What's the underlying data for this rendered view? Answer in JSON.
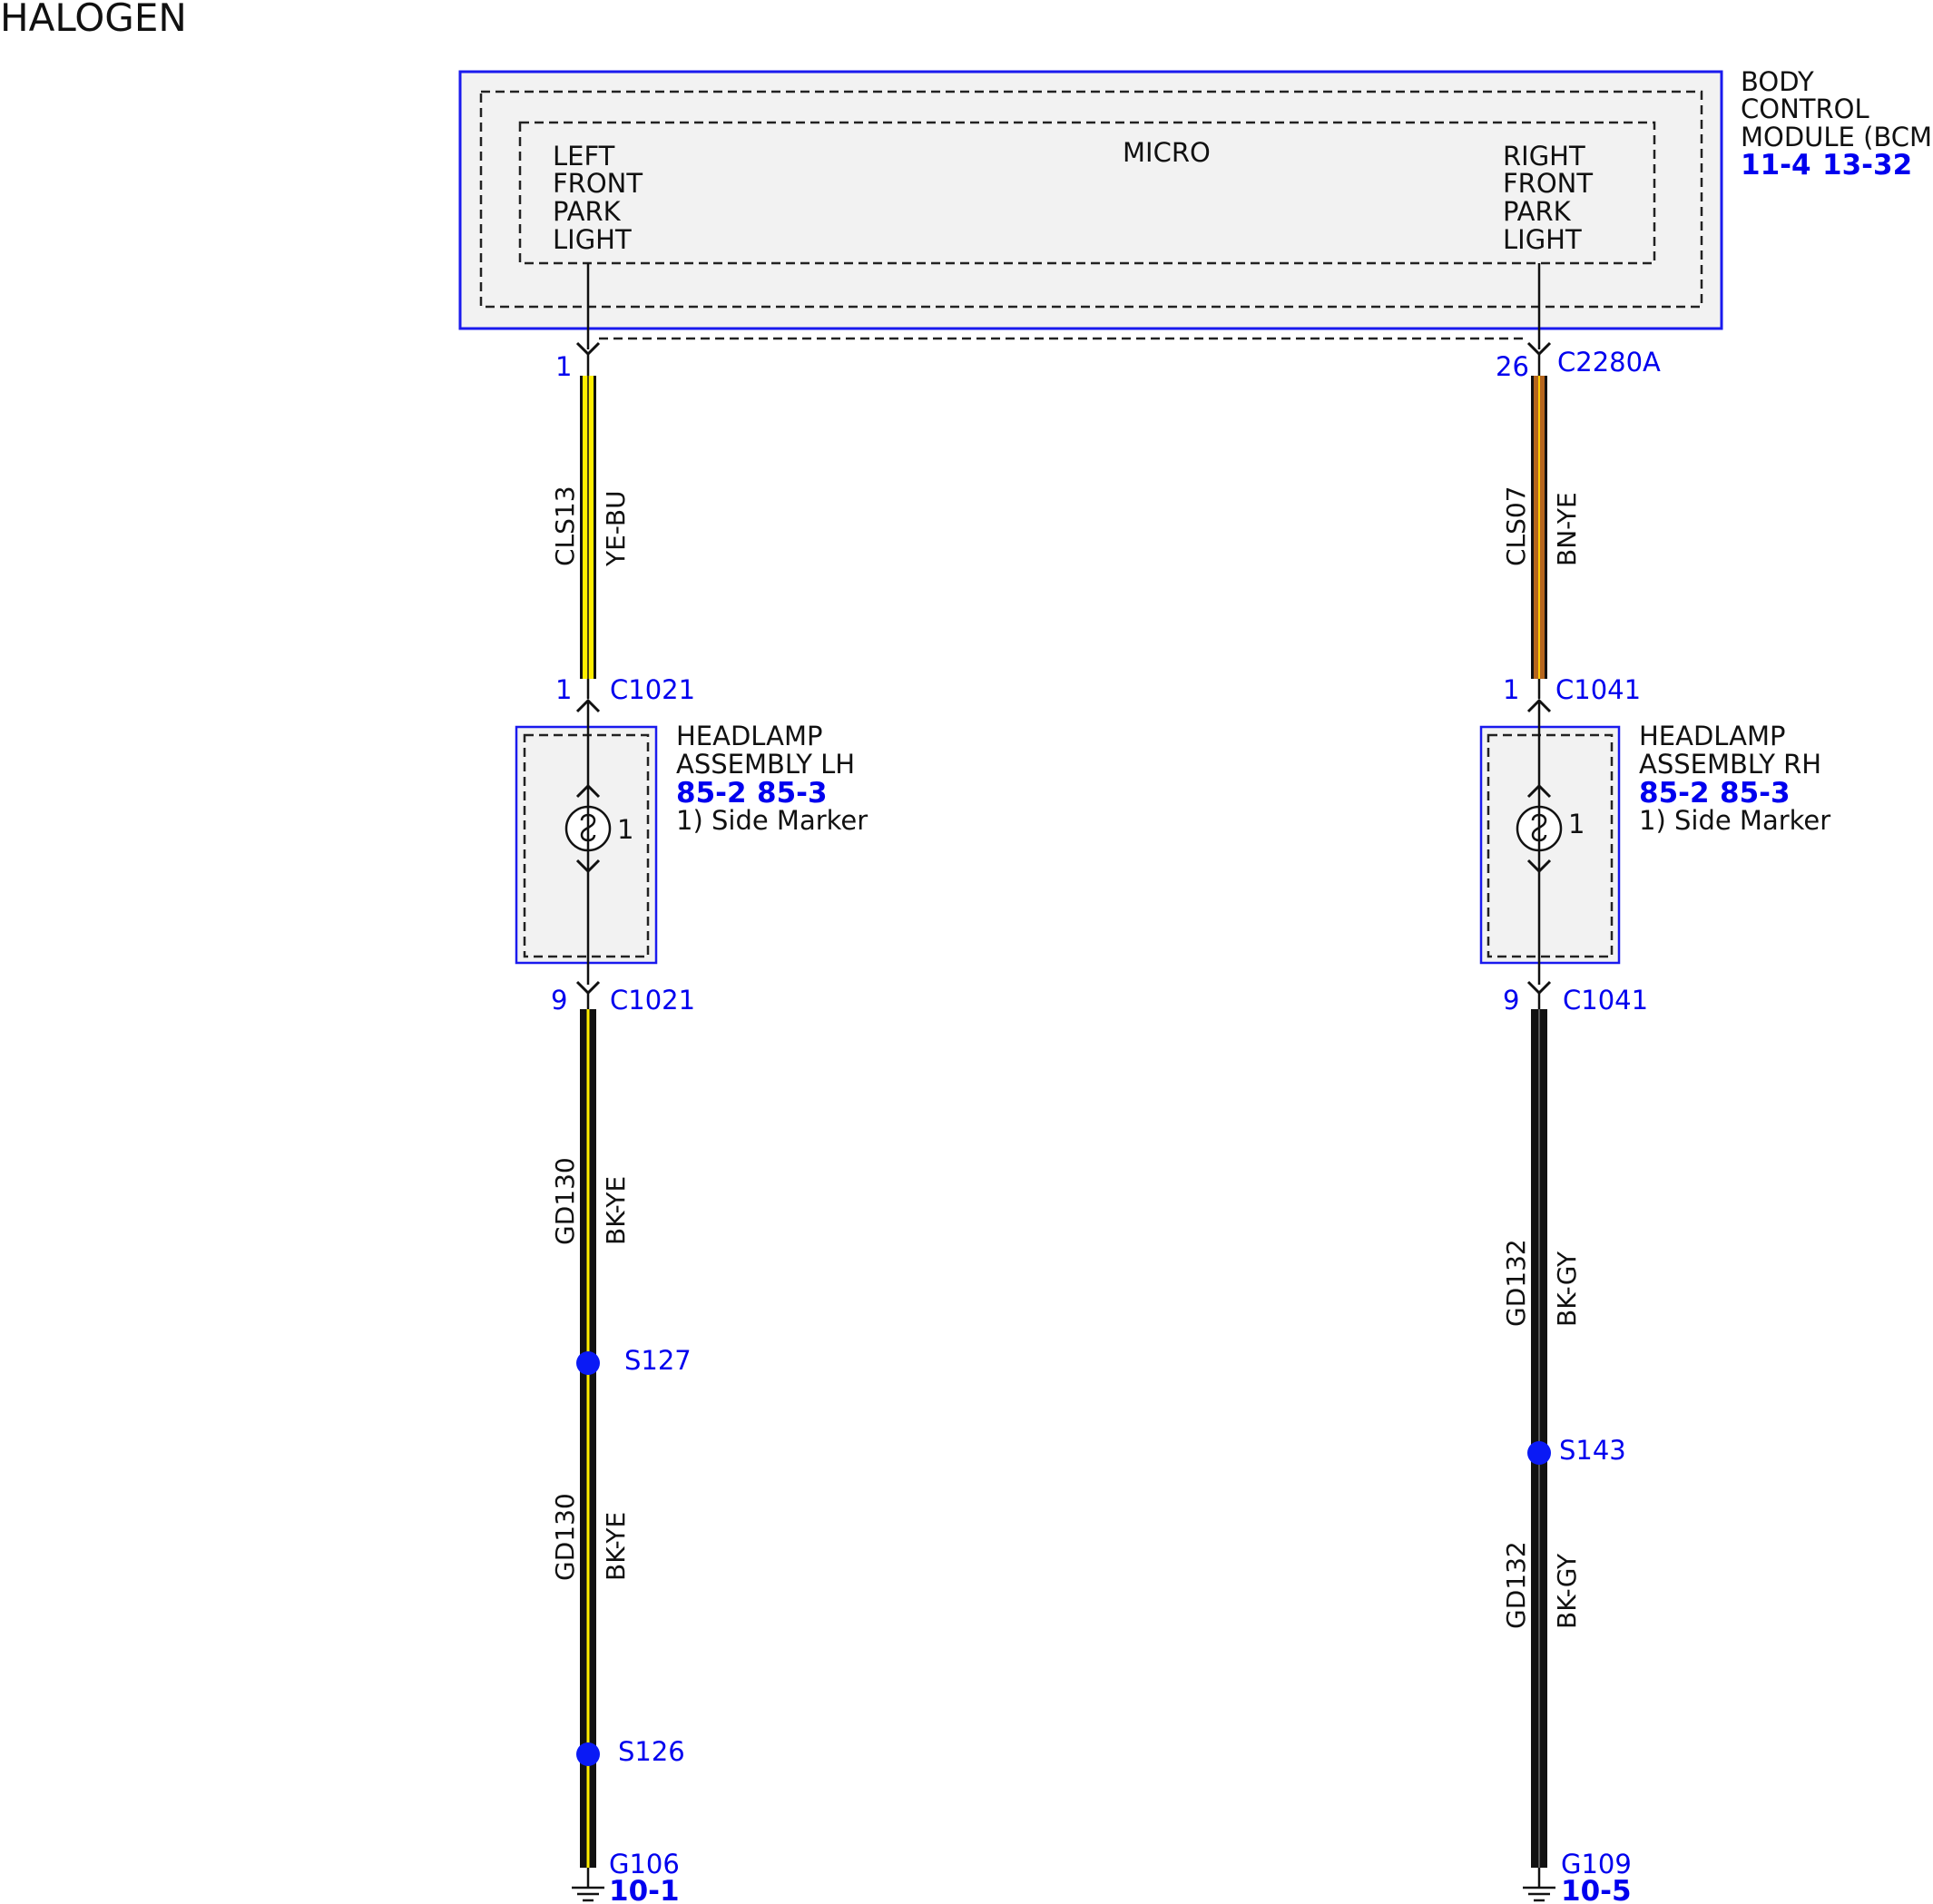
{
  "title": "HALOGEN",
  "colors": {
    "module_border": "#1a1aee",
    "module_fill": "#f2f2f2",
    "link_blue": "#0000ee",
    "splice_blue": "#0a1af5",
    "wire_yellow": "#ffee00",
    "wire_brown": "#b5651d",
    "wire_black": "#111111"
  },
  "bcm": {
    "name_lines": [
      "BODY",
      "CONTROL",
      "MODULE (BCM)"
    ],
    "refs": [
      "11-4",
      "13-32"
    ],
    "micro_label": "MICRO",
    "left_output_lines": [
      "LEFT",
      "FRONT",
      "PARK",
      "LIGHT"
    ],
    "right_output_lines": [
      "RIGHT",
      "FRONT",
      "PARK",
      "LIGHT"
    ],
    "connector": "C2280A"
  },
  "left_circuit": {
    "bcm_pin": "1",
    "upper_wire": {
      "circuit": "CLS13",
      "color_code": "YE-BU"
    },
    "lamp_in_pin": "1",
    "lamp_in_connector": "C1021",
    "lamp": {
      "name_lines": [
        "HEADLAMP",
        "ASSEMBLY LH"
      ],
      "refs": [
        "85-2",
        "85-3"
      ],
      "note": "1) Side Marker",
      "bulb_label": "1"
    },
    "lamp_out_pin": "9",
    "lamp_out_connector": "C1021",
    "ground_wire_1": {
      "circuit": "GD130",
      "color_code": "BK-YE"
    },
    "splice_1": "S127",
    "ground_wire_2": {
      "circuit": "GD130",
      "color_code": "BK-YE"
    },
    "splice_2": "S126",
    "ground": "G106",
    "ground_ref": "10-1"
  },
  "right_circuit": {
    "bcm_pin": "26",
    "upper_wire": {
      "circuit": "CLS07",
      "color_code": "BN-YE"
    },
    "lamp_in_pin": "1",
    "lamp_in_connector": "C1041",
    "lamp": {
      "name_lines": [
        "HEADLAMP",
        "ASSEMBLY RH"
      ],
      "refs": [
        "85-2",
        "85-3"
      ],
      "note": "1) Side Marker",
      "bulb_label": "1"
    },
    "lamp_out_pin": "9",
    "lamp_out_connector": "C1041",
    "ground_wire_1": {
      "circuit": "GD132",
      "color_code": "BK-GY"
    },
    "splice_1": "S143",
    "ground_wire_2": {
      "circuit": "GD132",
      "color_code": "BK-GY"
    },
    "ground": "G109",
    "ground_ref": "10-5"
  }
}
